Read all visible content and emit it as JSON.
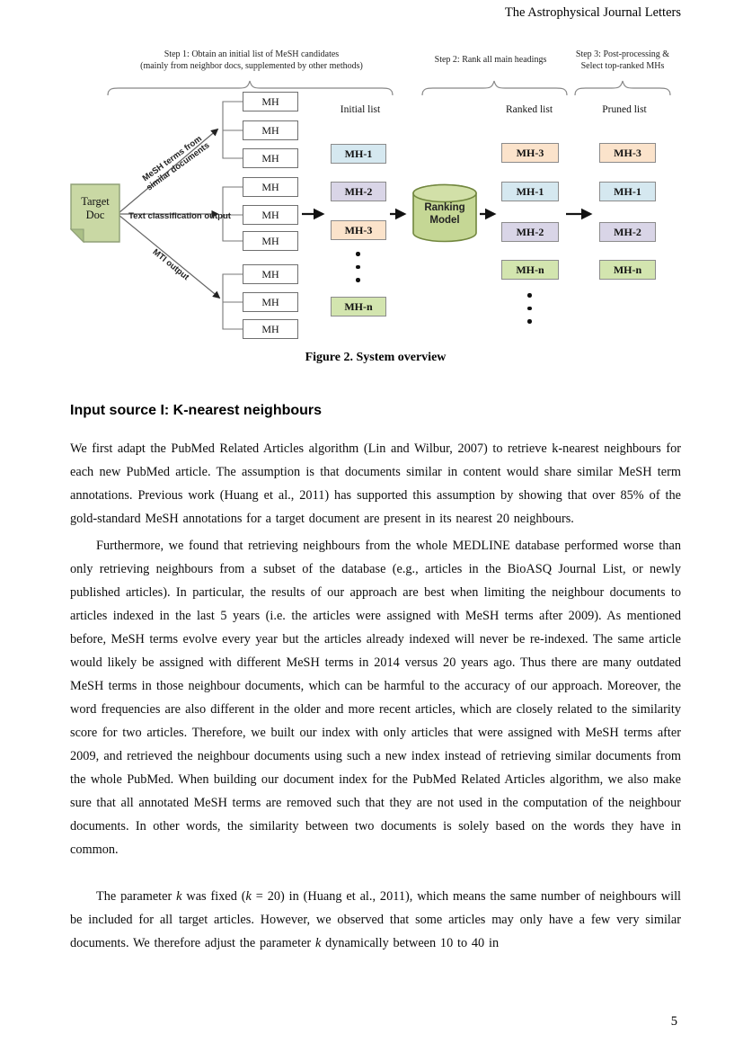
{
  "journal_header": "The Astrophysical Journal Letters",
  "page_number": "5",
  "figure": {
    "caption": "Figure 2. System overview",
    "steps": {
      "step1_line1": "Step 1: Obtain an initial list of MeSH candidates",
      "step1_line2": "(mainly from neighbor docs, supplemented by other methods)",
      "step2": "Step 2: Rank all main headings",
      "step3_line1": "Step 3: Post-processing &",
      "step3_line2": "Select top-ranked MHs"
    },
    "target_doc": {
      "line1": "Target",
      "line2": "Doc"
    },
    "source_labels": {
      "knn_line1": "MeSH terms from",
      "knn_line2": "similar documents",
      "text_classification": "Text classification output",
      "mti": "MTI output"
    },
    "mh_label": "MH",
    "ranking_model": {
      "line1": "Ranking",
      "line2": "Model"
    },
    "columns": {
      "initial": {
        "title": "Initial list",
        "items": [
          {
            "label": "MH-1"
          },
          {
            "label": "MH-2"
          },
          {
            "label": "MH-3"
          },
          {
            "ellipsis": true
          },
          {
            "label": "MH-n"
          }
        ]
      },
      "ranked": {
        "title": "Ranked list",
        "items": [
          {
            "label": "MH-3"
          },
          {
            "label": "MH-1"
          },
          {
            "label": "MH-2"
          },
          {
            "label": "MH-n"
          },
          {
            "ellipsis": true
          }
        ]
      },
      "pruned": {
        "title": "Pruned list",
        "items": [
          {
            "label": "MH-3"
          },
          {
            "label": "MH-1"
          },
          {
            "label": "MH-2"
          },
          {
            "label": "MH-n"
          }
        ]
      }
    },
    "colors": {
      "MH-1": "#d5e8f0",
      "MH-2": "#d9d5e7",
      "MH-3": "#fbe3cb",
      "MH-n": "#d3e5af",
      "target_doc_fill": "#c9d8a4",
      "target_doc_fold": "#aabf86",
      "cylinder_fill": "#c5d795",
      "cylinder_top_fill": "#d2e0a8"
    }
  },
  "section": {
    "heading": "Input source I: K-nearest neighbours",
    "paragraphs": [
      {
        "indent": false,
        "segments": [
          {
            "t": "We first adapt the PubMed Related Articles algorithm (Lin and Wilbur, 2007) to retrieve k-nearest neighbours for each new PubMed article. The assumption is that documents similar in content would share similar MeSH term annotations. Previous work (Huang et al., 2011) has supported this assumption by showing that over 85% of the gold-standard MeSH annotations for a target document are present in its nearest 20 neighbours."
          }
        ]
      },
      {
        "indent": true,
        "segments": [
          {
            "t": "Furthermore, we found that retrieving neighbours from the whole MEDLINE database performed worse than only retrieving neighbours from a subset of the database (e.g., articles in the BioASQ Journal List, or newly published articles). In particular, the results of our approach are best when limiting the neighbour documents to articles indexed in the last 5 years (i.e. the articles were assigned with MeSH terms after 2009). As mentioned before, MeSH terms evolve every year but the articles already indexed will never be re-indexed. The same article would likely be assigned with different MeSH terms in 2014 versus 20 years ago. Thus there are many outdated MeSH terms in those neighbour documents, which can be harmful to the accuracy of our approach. Moreover, the word frequencies are also different in the older and more recent articles, which are closely related to the similarity score for two articles. Therefore, we built our index with only articles that were assigned with MeSH terms after 2009, and retrieved the neighbour documents using such a new index instead of retrieving similar documents from the whole PubMed. When building our document index for the PubMed Related Articles algorithm, we also make sure that all annotated MeSH terms are removed such that they are not used in the computation of the neighbour documents. In other words, the similarity between two documents is solely based on the words they have in common."
          }
        ]
      },
      {
        "indent": true,
        "space_before": true,
        "segments": [
          {
            "t": "The parameter "
          },
          {
            "t": "k",
            "i": true
          },
          {
            "t": " was fixed ("
          },
          {
            "t": "k",
            "i": true
          },
          {
            "t": " = 20) in (Huang et al., 2011), which means the same number of neighbours will be included for all target articles. However, we observed that some articles may only have a few very similar documents. We therefore adjust the parameter "
          },
          {
            "t": "k",
            "i": true
          },
          {
            "t": " dynamically between 10 to 40 in"
          }
        ]
      }
    ]
  }
}
